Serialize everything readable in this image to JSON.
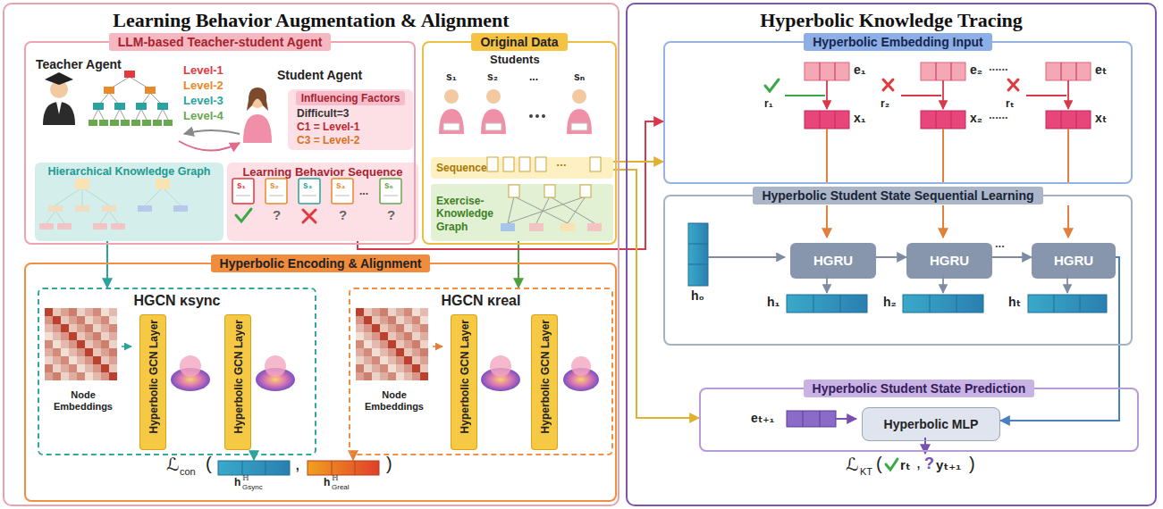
{
  "diagram": {
    "nodes": [
      {
        "text": [
          "Learning Behavior Augmentation & Alignment"
        ]
      },
      {
        "text": [
          "LLM-based Teacher-student Agent"
        ],
        "in": 0
      },
      {
        "text": [
          "Hierarchical Knowledge Graph"
        ],
        "in": 1
      },
      {
        "text": [
          "Influencing Factors",
          "Difficult=3",
          "C1 = Level-1",
          "C3 = Level-2"
        ],
        "in": 1
      },
      {
        "text": [
          "Learning Behavior Sequence"
        ],
        "in": 1
      },
      {
        "text": [
          "Original Data"
        ],
        "in": 0
      },
      {
        "text": [
          "Sequence"
        ],
        "in": 5
      },
      {
        "text": [
          "Exercise-Knowledge Graph"
        ],
        "in": 5
      },
      {
        "text": [
          "Hyperbolic Encoding & Alignment"
        ],
        "in": 0
      },
      {
        "text": [
          "HGCN κsync"
        ],
        "in": 8
      },
      {
        "text": [
          "Hyperbolic GCN Layer"
        ],
        "in": 9
      },
      {
        "text": [
          "Hyperbolic GCN Layer"
        ],
        "in": 9
      },
      {
        "text": [
          "HGCN κreal"
        ],
        "in": 8
      },
      {
        "text": [
          "Hyperbolic GCN Layer"
        ],
        "in": 12
      },
      {
        "text": [
          "Hyperbolic GCN Layer"
        ],
        "in": 12
      },
      {
        "text": [
          "Hyperbolic Knowledge Tracing"
        ]
      },
      {
        "text": [
          "Hyperbolic Embedding Input"
        ],
        "in": 15
      },
      {
        "text": [
          "Hyperbolic Student State Sequential Learning"
        ],
        "in": 15
      },
      {
        "text": [
          "HGRU"
        ],
        "in": 17
      },
      {
        "text": [
          "HGRU"
        ],
        "in": 17
      },
      {
        "text": [
          "HGRU"
        ],
        "in": 17
      },
      {
        "text": [
          "Hyperbolic Student State Prediction"
        ],
        "in": 15
      },
      {
        "text": [
          "Hyperbolic MLP"
        ],
        "in": 21
      }
    ],
    "edges": [
      {
        "from": 2,
        "to": 9,
        "arrow": "to"
      },
      {
        "from": 7,
        "to": 12,
        "arrow": "to"
      },
      {
        "from": 4,
        "to": 16,
        "arrow": "to"
      },
      {
        "from": 6,
        "to": 16,
        "arrow": "to"
      },
      {
        "from": 6,
        "to": 21,
        "arrow": "to"
      },
      {
        "from": 18,
        "to": 19,
        "arrow": "to"
      },
      {
        "from": 19,
        "to": 20,
        "arrow": "to"
      },
      {
        "from": 20,
        "to": 22,
        "arrow": "to"
      }
    ],
    "labels": [
      "Teacher Agent",
      "Level-1",
      "Level-2",
      "Level-3",
      "Level-4",
      "Student Agent",
      "s₁",
      "s₂",
      "s₃",
      "s₄",
      "s₅",
      "?",
      "?",
      "?",
      "...",
      "Students",
      "s₁",
      "s₂",
      "...",
      "sₙ",
      "…",
      "Node Embeddings",
      "Node Embeddings",
      "ℒ",
      "con",
      "(",
      "h",
      "ℍ",
      "Gsync",
      ",",
      "h",
      "ℍ",
      "Greal",
      ")",
      "e₁",
      "e₂",
      "......",
      "eₜ",
      "r₁",
      "r₂",
      "rₜ",
      "x₁",
      "x₂",
      "......",
      "xₜ",
      "h₀",
      "h₁",
      "h₂",
      "...",
      "hₜ",
      "eₜ₊₁",
      "ℒ",
      "KT",
      "(",
      "rₜ",
      ",",
      "?",
      "yₜ₊₁",
      ")"
    ]
  }
}
